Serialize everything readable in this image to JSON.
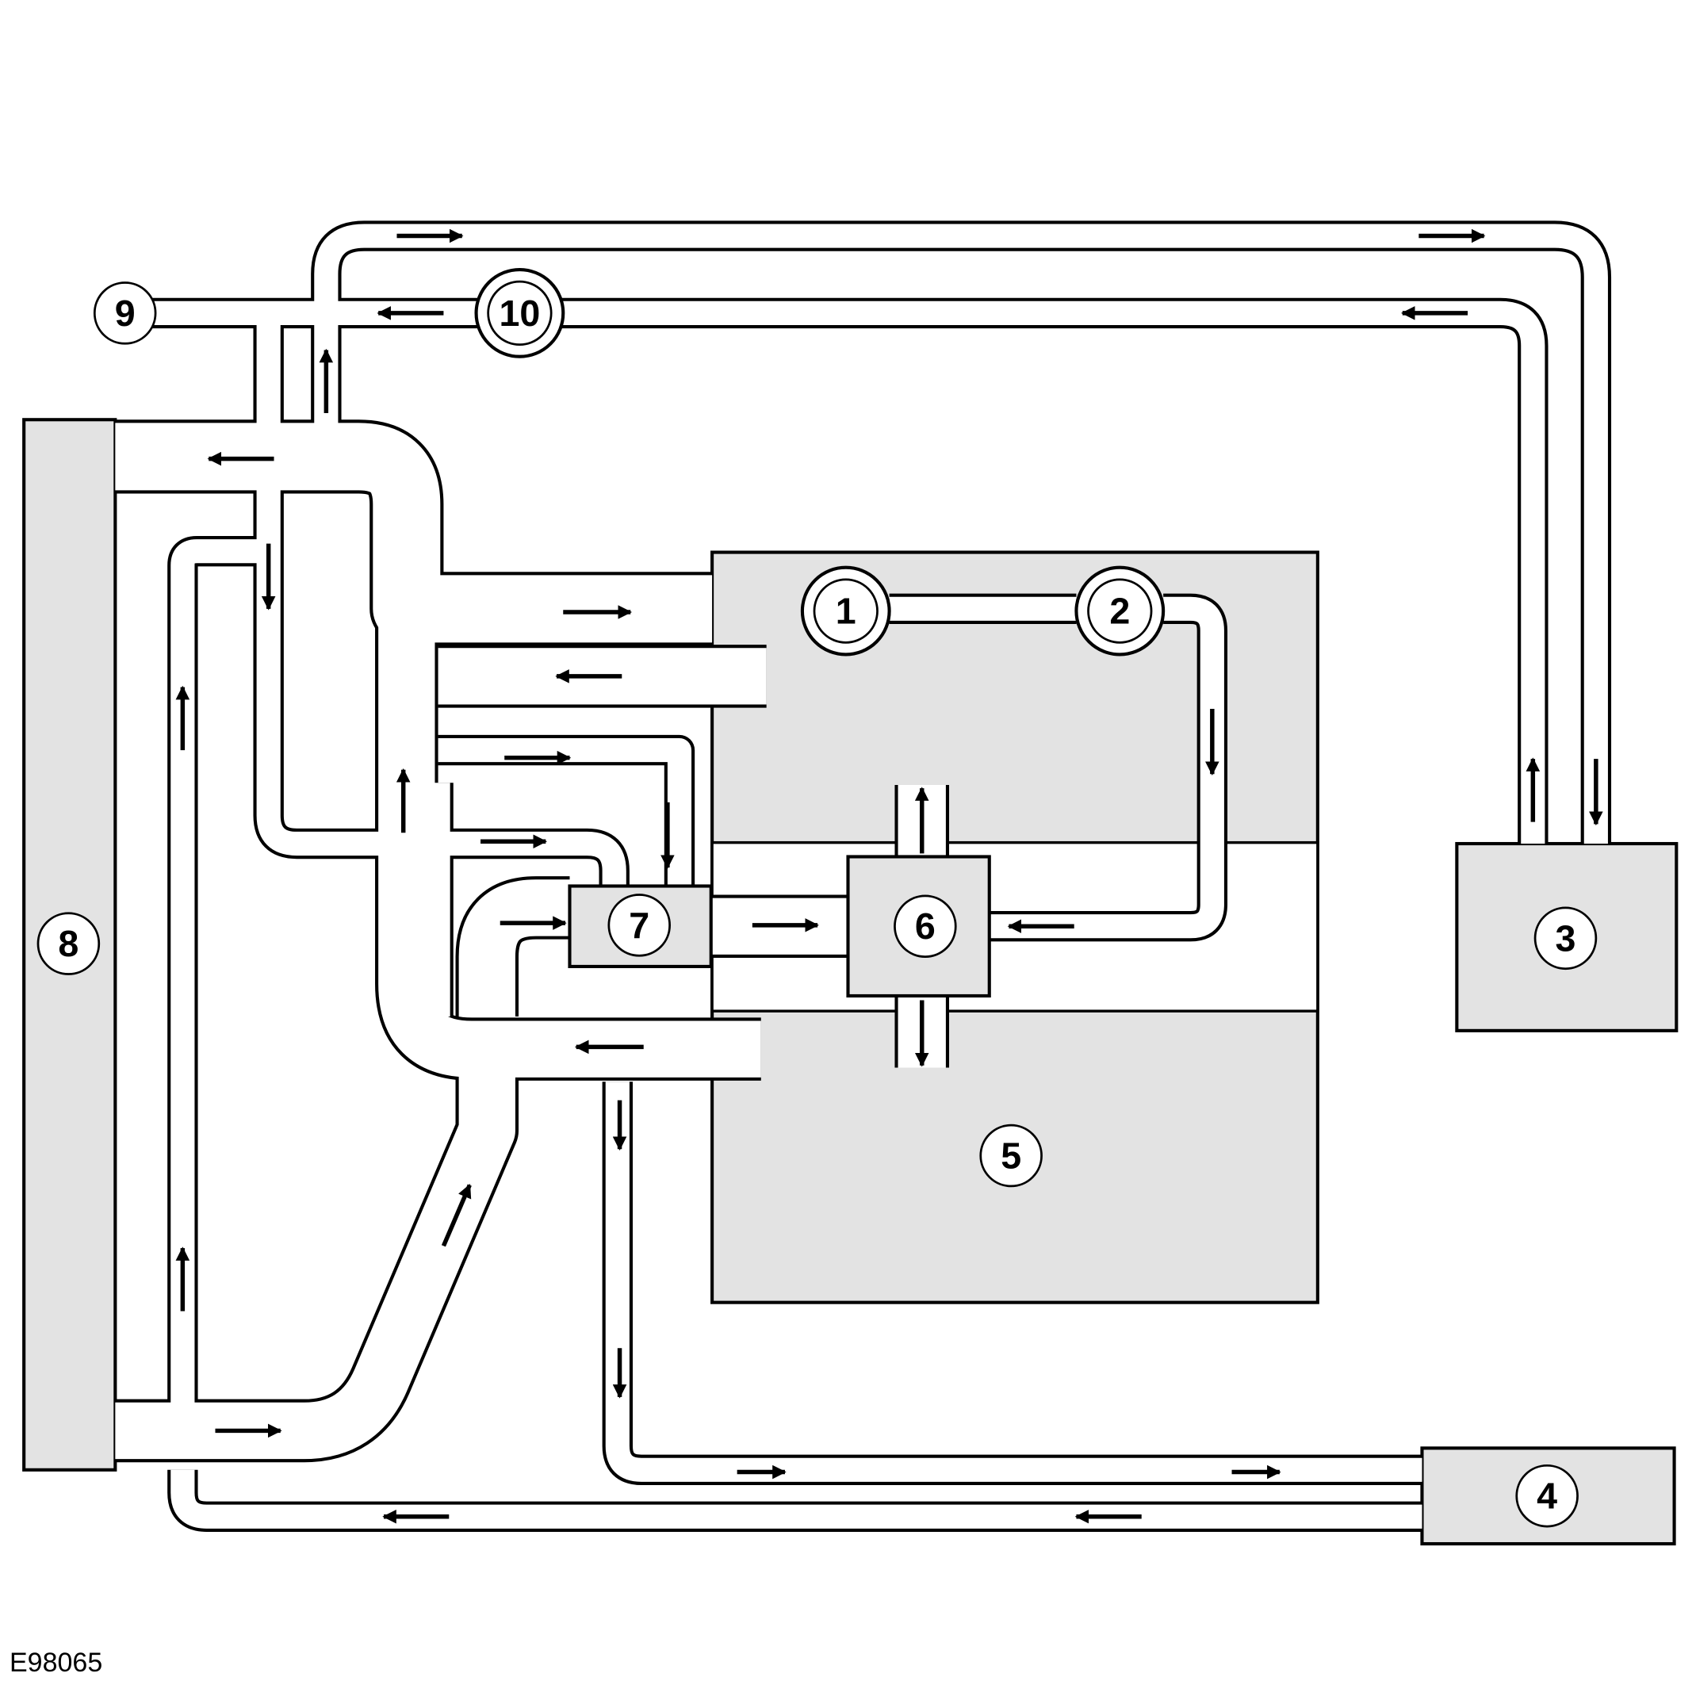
{
  "figure": {
    "reference_code": "E98065",
    "colors": {
      "component_fill": "#e3e3e3",
      "line": "#000000",
      "background": "#ffffff"
    }
  },
  "callouts": [
    {
      "id": "callout-1",
      "label": "1"
    },
    {
      "id": "callout-2",
      "label": "2"
    },
    {
      "id": "callout-3",
      "label": "3"
    },
    {
      "id": "callout-4",
      "label": "4"
    },
    {
      "id": "callout-5",
      "label": "5"
    },
    {
      "id": "callout-6",
      "label": "6"
    },
    {
      "id": "callout-7",
      "label": "7"
    },
    {
      "id": "callout-8",
      "label": "8"
    },
    {
      "id": "callout-9",
      "label": "9"
    },
    {
      "id": "callout-10",
      "label": "10"
    }
  ]
}
